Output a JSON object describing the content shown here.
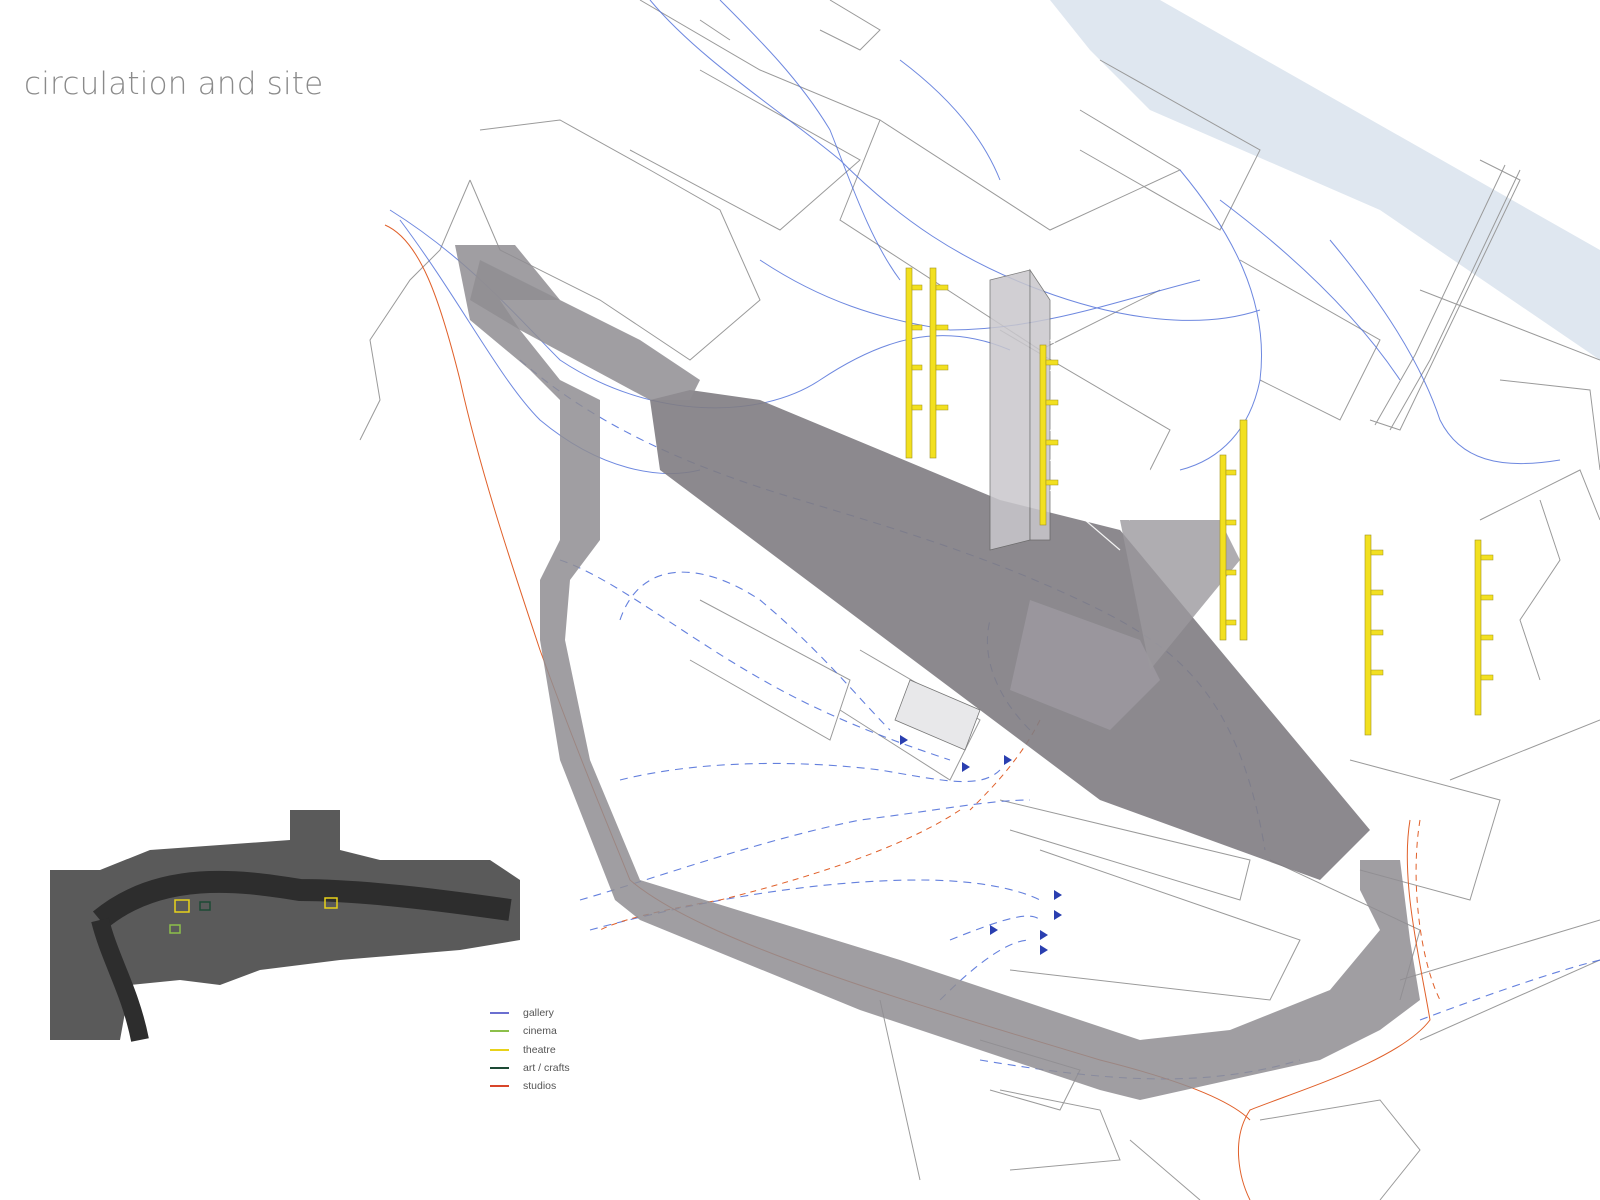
{
  "title": "circulation and site",
  "legend": {
    "items": [
      {
        "label": "gallery",
        "color": "#6b6fd0"
      },
      {
        "label": "cinema",
        "color": "#8cbf4a"
      },
      {
        "label": "theatre",
        "color": "#e8d21a"
      },
      {
        "label": "art / crafts",
        "color": "#1d4a35"
      },
      {
        "label": "studios",
        "color": "#d8452a"
      }
    ]
  },
  "colors": {
    "river": "#dfe7f0",
    "building_mass": "#8d8a8f",
    "structure_yellow": "#f2e01f",
    "circulation_blue": "#4a6bd8",
    "circulation_orange": "#e0602a",
    "linework": "#7f7f7f"
  }
}
